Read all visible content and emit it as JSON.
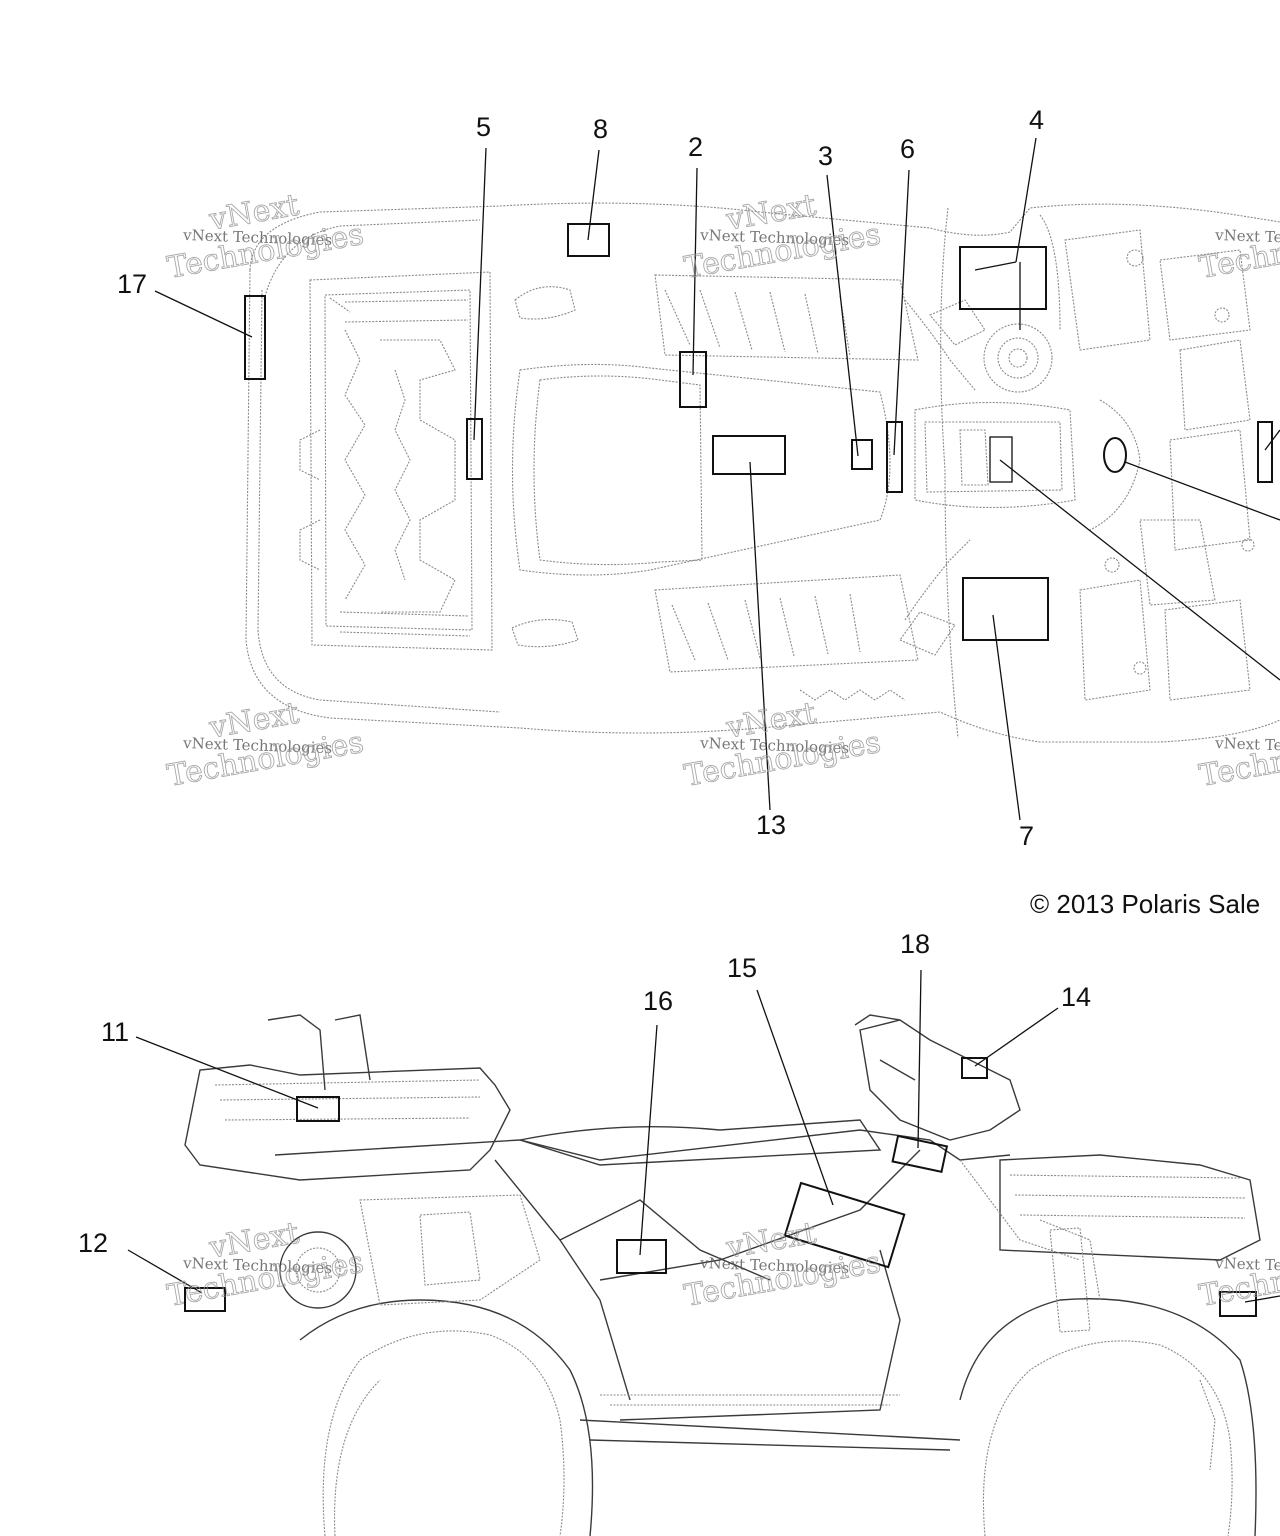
{
  "copyright": "© 2013 Polaris Sale",
  "watermark": {
    "line1": "vNext Technologies",
    "line2": "Technologies",
    "overlay": "vNext"
  },
  "callouts": {
    "c2": "2",
    "c3": "3",
    "c4": "4",
    "c5": "5",
    "c6": "6",
    "c7": "7",
    "c8": "8",
    "c11": "11",
    "c12": "12",
    "c13": "13",
    "c14": "14",
    "c15": "15",
    "c16": "16",
    "c17": "17",
    "c18": "18"
  }
}
